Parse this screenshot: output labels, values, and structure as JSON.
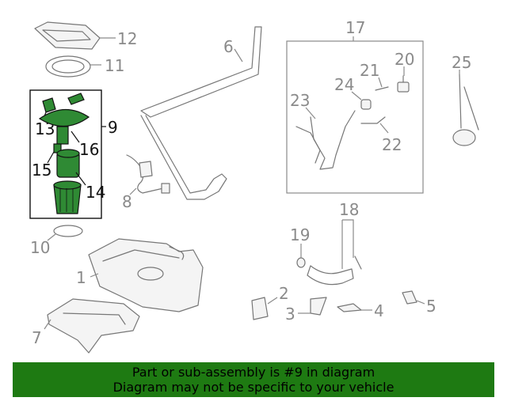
{
  "callouts": {
    "c1": "1",
    "c2": "2",
    "c3": "3",
    "c4": "4",
    "c5": "5",
    "c6": "6",
    "c7": "7",
    "c8": "8",
    "c9": "9",
    "c10": "10",
    "c11": "11",
    "c12": "12",
    "c13": "13",
    "c14": "14",
    "c15": "15",
    "c16": "16",
    "c17": "17",
    "c18": "18",
    "c19": "19",
    "c20": "20",
    "c21": "21",
    "c22": "22",
    "c23": "23",
    "c24": "24",
    "c25": "25"
  },
  "banner": {
    "line1": "Part or sub-assembly is #9 in diagram",
    "line2": "Diagram may not be specific to your vehicle"
  },
  "colors": {
    "highlight": "#2f8a34",
    "banner_bg": "#1e7a12"
  }
}
